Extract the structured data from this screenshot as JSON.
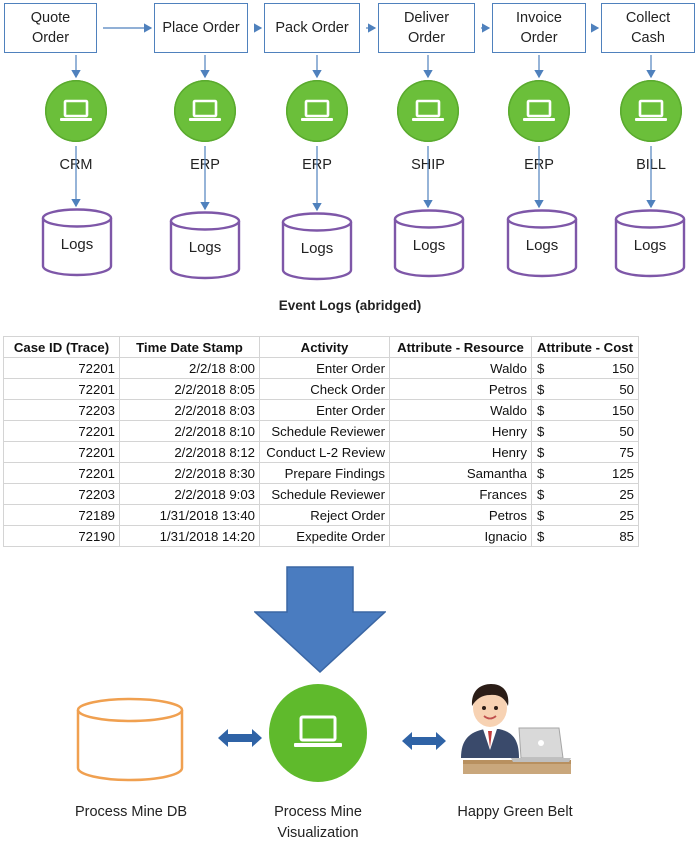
{
  "flow": {
    "steps": [
      "Quote\nOrder",
      "Place Order",
      "Pack Order",
      "Deliver\nOrder",
      "Invoice\nOrder",
      "Collect\nCash"
    ],
    "systems": [
      "CRM",
      "ERP",
      "ERP",
      "SHIP",
      "ERP",
      "BILL"
    ],
    "log_label": "Logs"
  },
  "table": {
    "title": "Event Logs (abridged)",
    "headers": [
      "Case ID (Trace)",
      "Time Date Stamp",
      "Activity",
      "Attribute - Resource",
      "Attribute - Cost"
    ],
    "currency": "$",
    "rows": [
      [
        "72201",
        "2/2/18 8:00",
        "Enter Order",
        "Waldo",
        "150"
      ],
      [
        "72201",
        "2/2/2018 8:05",
        "Check Order",
        "Petros",
        "50"
      ],
      [
        "72203",
        "2/2/2018 8:03",
        "Enter Order",
        "Waldo",
        "150"
      ],
      [
        "72201",
        "2/2/2018 8:10",
        "Schedule Reviewer",
        "Henry",
        "50"
      ],
      [
        "72201",
        "2/2/2018 8:12",
        "Conduct L-2 Review",
        "Henry",
        "75"
      ],
      [
        "72201",
        "2/2/2018 8:30",
        "Prepare Findings",
        "Samantha",
        "125"
      ],
      [
        "72203",
        "2/2/2018 9:03",
        "Schedule Reviewer",
        "Frances",
        "25"
      ],
      [
        "72189",
        "1/31/2018 13:40",
        "Reject Order",
        "Petros",
        "25"
      ],
      [
        "72190",
        "1/31/2018 14:20",
        "Expedite Order",
        "Ignacio",
        "85"
      ]
    ]
  },
  "bottom": {
    "db_label": "Process Mine DB",
    "viz_label": "Process Mine\nVisualization",
    "person_label": "Happy Green Belt"
  },
  "colors": {
    "flow_border": "#4f81bd",
    "system_green": "#6bbf3a",
    "log_purple": "#7e57a8",
    "big_arrow_blue": "#4a7cc0",
    "db_orange": "#f0a050"
  }
}
